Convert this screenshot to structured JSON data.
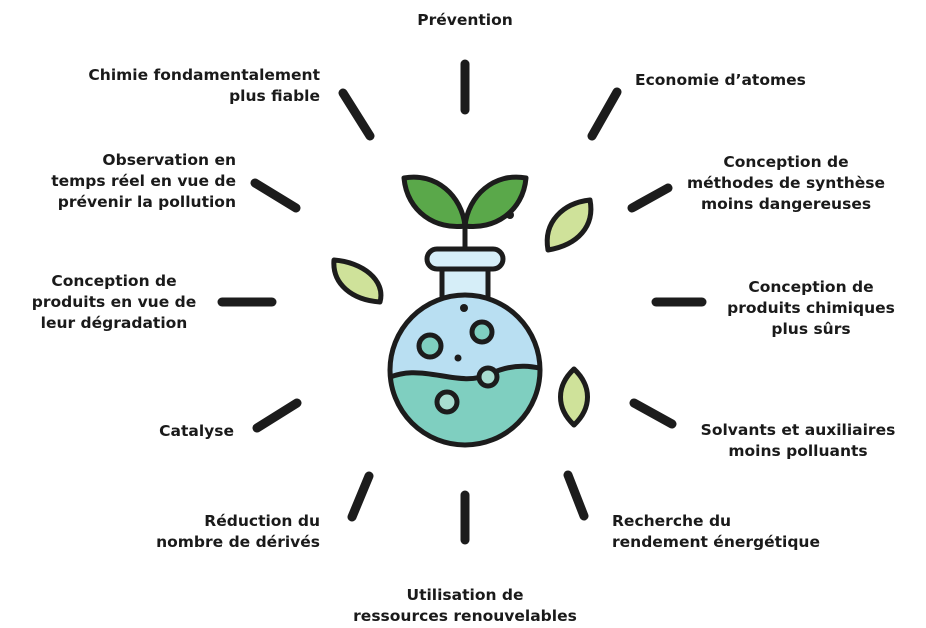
{
  "principles": {
    "prevention": [
      "Prévention"
    ],
    "economie_atomes": [
      "Economie d’atomes"
    ],
    "synthese": [
      "Conception de",
      "méthodes de synthèse",
      "moins dangereuses"
    ],
    "produits_surs": [
      "Conception de",
      "produits chimiques",
      "plus sûrs"
    ],
    "solvants": [
      "Solvants et auxiliaires",
      "moins polluants"
    ],
    "rendement": [
      "Recherche du",
      "rendement énergétique"
    ],
    "ressources": [
      "Utilisation de",
      "ressources renouvelables"
    ],
    "derives": [
      "Réduction du",
      "nombre de dérivés"
    ],
    "catalyse": [
      "Catalyse"
    ],
    "degradation": [
      "Conception de",
      "produits en vue de",
      "leur dégradation"
    ],
    "observation": [
      "Observation en",
      "temps réel en vue de",
      "prévenir la pollution"
    ],
    "fiable": [
      "Chimie fondamentalement",
      "plus fiable"
    ]
  },
  "colors": {
    "outline": "#1c1c1c",
    "leaf_dark": "#5aa84a",
    "leaf_light": "#cfe29a",
    "flask_top": "#b9dff2",
    "liquid": "#7fcfc0",
    "liquid_light": "#a8ddd0",
    "neck": "#d6eef8"
  },
  "icons": {
    "center": "plant-flask-icon"
  }
}
